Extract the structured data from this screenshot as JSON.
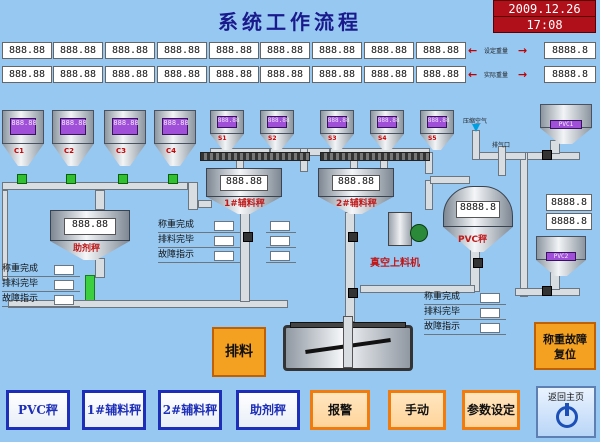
{
  "header": {
    "title": "系统工作流程",
    "date": "2009.12.26",
    "time": "17:08"
  },
  "setpoints": {
    "row1": [
      "888.88",
      "888.88",
      "888.88",
      "888.88",
      "888.88",
      "888.88",
      "888.88",
      "888.88",
      "888.88"
    ],
    "row2": [
      "888.88",
      "888.88",
      "888.88",
      "888.88",
      "888.88",
      "888.88",
      "888.88",
      "888.88",
      "888.88"
    ],
    "set_label": "设定重量",
    "actual_label": "实际重量",
    "set_value": "8888.8",
    "actual_value": "8888.8"
  },
  "hoppers": {
    "main": [
      "C1",
      "C2",
      "C3",
      "C4"
    ],
    "aux": [
      "S1",
      "S2",
      "S3",
      "S4",
      "S5"
    ],
    "pvc1": "PVC1",
    "pvc2": "PVC2",
    "window_text": "888.88"
  },
  "scales": {
    "helper": {
      "value": "888.88",
      "label": "助剂秤"
    },
    "aux1": {
      "value": "888.88",
      "label": "1#辅料秤"
    },
    "aux2": {
      "value": "888.88",
      "label": "2#辅料秤"
    },
    "pvc": {
      "value": "8888.8",
      "label": "PVC秤"
    }
  },
  "pvc_side": {
    "value1": "8888.8",
    "value2": "8888.8"
  },
  "pipeline_tags": {
    "compressed_air": "压缩空气",
    "exhaust": "排气口"
  },
  "vacuum": {
    "label": "真空上料机"
  },
  "status": {
    "aux": [
      "称重完成",
      "排料完毕",
      "故障指示"
    ],
    "helper": [
      "称重完成",
      "排料完毕",
      "故障指示"
    ],
    "pvc": [
      "称重完成",
      "排料完毕",
      "故障指示"
    ]
  },
  "actions": {
    "discharge": "排料",
    "weigh_reset": "称重故障\n复位"
  },
  "nav": {
    "buttons": [
      "PVC秤",
      "1#辅料秤",
      "2#辅料秤",
      "助剂秤",
      "报警",
      "手动",
      "参数设定"
    ],
    "home": "返回主页"
  },
  "colors": {
    "background": "#96c8f2",
    "accent": "#1d2fb8",
    "alarm": "#c01818",
    "orange": "#f4a020"
  }
}
